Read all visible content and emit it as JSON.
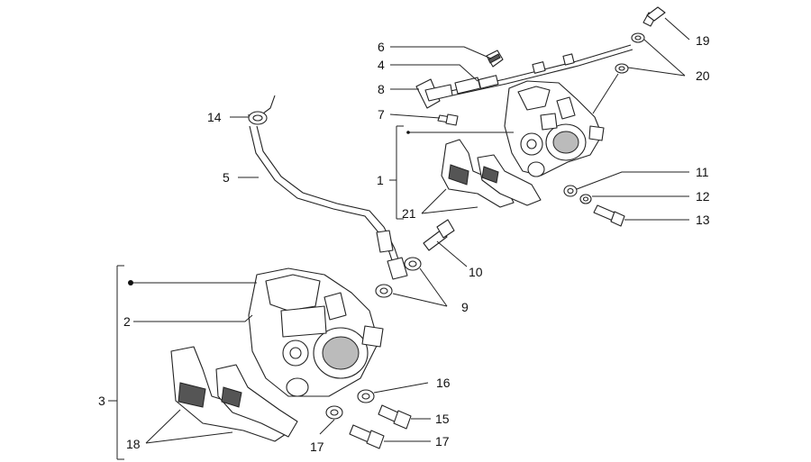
{
  "diagram": {
    "callouts": [
      "1",
      "2",
      "3",
      "4",
      "5",
      "6",
      "7",
      "8",
      "9",
      "10",
      "11",
      "12",
      "13",
      "14",
      "15",
      "16",
      "17",
      "17",
      "18",
      "19",
      "20",
      "21"
    ]
  }
}
